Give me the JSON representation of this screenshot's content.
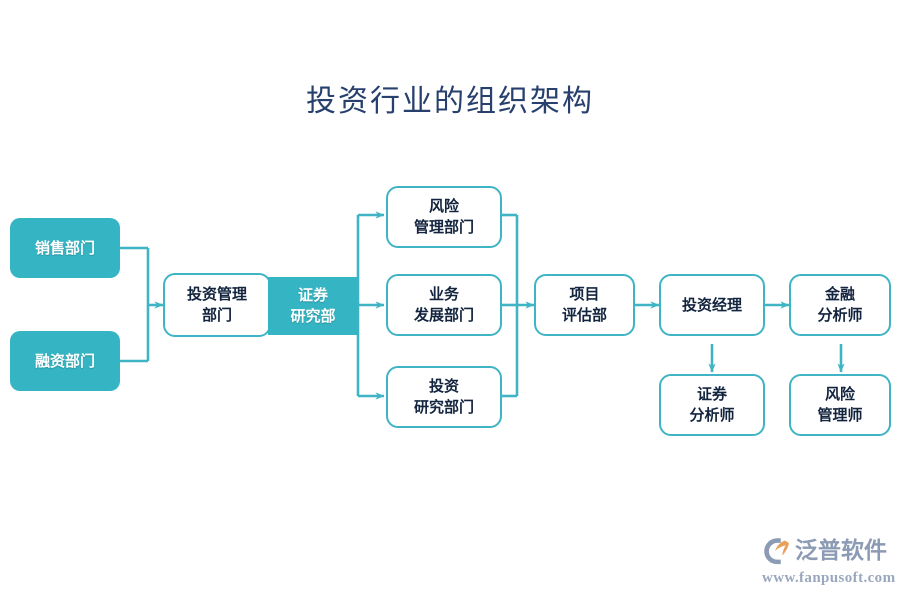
{
  "title": "投资行业的组织架构",
  "colors": {
    "title_text": "#27406e",
    "node_fill_teal": "#35b4c3",
    "node_border_teal": "#3fb4c4",
    "node_text_dark": "#13243f",
    "node_text_light": "#ffffff",
    "connector": "#3fb4c4",
    "watermark_text": "#8c9bb4",
    "watermark_accent": "#e8a05a",
    "background": "#ffffff"
  },
  "nodes": {
    "sales_dept": {
      "label": "销售部门",
      "style": "filled"
    },
    "financing_dept": {
      "label": "融资部门",
      "style": "filled"
    },
    "investment_mgmt_dept": {
      "label": "投资管理\n部门",
      "style": "outlined"
    },
    "securities_research_dept": {
      "label": "证券\n研究部",
      "style": "flat"
    },
    "risk_mgmt_dept": {
      "label": "风险\n管理部门",
      "style": "outlined"
    },
    "business_dev_dept": {
      "label": "业务\n发展部门",
      "style": "outlined"
    },
    "investment_research_dept": {
      "label": "投资\n研究部门",
      "style": "outlined"
    },
    "project_eval_dept": {
      "label": "项目\n评估部",
      "style": "outlined"
    },
    "investment_manager": {
      "label": "投资经理",
      "style": "outlined"
    },
    "financial_analyst": {
      "label": "金融\n分析师",
      "style": "outlined"
    },
    "securities_analyst": {
      "label": "证券\n分析师",
      "style": "outlined"
    },
    "risk_manager": {
      "label": "风险\n管理师",
      "style": "outlined"
    }
  },
  "watermark": {
    "brand": "泛普软件",
    "url": "www.fanpusoft.com",
    "logo_icon": "fanpu-swoosh-logo-icon"
  },
  "chart_data": {
    "type": "diagram",
    "title": "投资行业的组织架构",
    "diagram_kind": "organization-chart",
    "nodes": [
      {
        "id": "sales_dept",
        "label": "销售部门",
        "level": 0
      },
      {
        "id": "financing_dept",
        "label": "融资部门",
        "level": 0
      },
      {
        "id": "investment_mgmt_dept",
        "label": "投资管理部门",
        "level": 1
      },
      {
        "id": "securities_research_dept",
        "label": "证券研究部",
        "level": 1
      },
      {
        "id": "risk_mgmt_dept",
        "label": "风险管理部门",
        "level": 2
      },
      {
        "id": "business_dev_dept",
        "label": "业务发展部门",
        "level": 2
      },
      {
        "id": "investment_research_dept",
        "label": "投资研究部门",
        "level": 2
      },
      {
        "id": "project_eval_dept",
        "label": "项目评估部",
        "level": 3
      },
      {
        "id": "investment_manager",
        "label": "投资经理",
        "level": 4
      },
      {
        "id": "financial_analyst",
        "label": "金融分析师",
        "level": 5
      },
      {
        "id": "securities_analyst",
        "label": "证券分析师",
        "level": 5
      },
      {
        "id": "risk_manager",
        "label": "风险管理师",
        "level": 6
      }
    ],
    "edges": [
      {
        "from": "sales_dept",
        "to": "investment_mgmt_dept"
      },
      {
        "from": "financing_dept",
        "to": "investment_mgmt_dept"
      },
      {
        "from": "securities_research_dept",
        "to": "risk_mgmt_dept"
      },
      {
        "from": "securities_research_dept",
        "to": "business_dev_dept"
      },
      {
        "from": "securities_research_dept",
        "to": "investment_research_dept"
      },
      {
        "from": "risk_mgmt_dept",
        "to": "project_eval_dept"
      },
      {
        "from": "business_dev_dept",
        "to": "project_eval_dept"
      },
      {
        "from": "investment_research_dept",
        "to": "project_eval_dept"
      },
      {
        "from": "project_eval_dept",
        "to": "investment_manager"
      },
      {
        "from": "investment_manager",
        "to": "financial_analyst"
      },
      {
        "from": "investment_manager",
        "to": "securities_analyst"
      },
      {
        "from": "financial_analyst",
        "to": "risk_manager"
      }
    ]
  }
}
